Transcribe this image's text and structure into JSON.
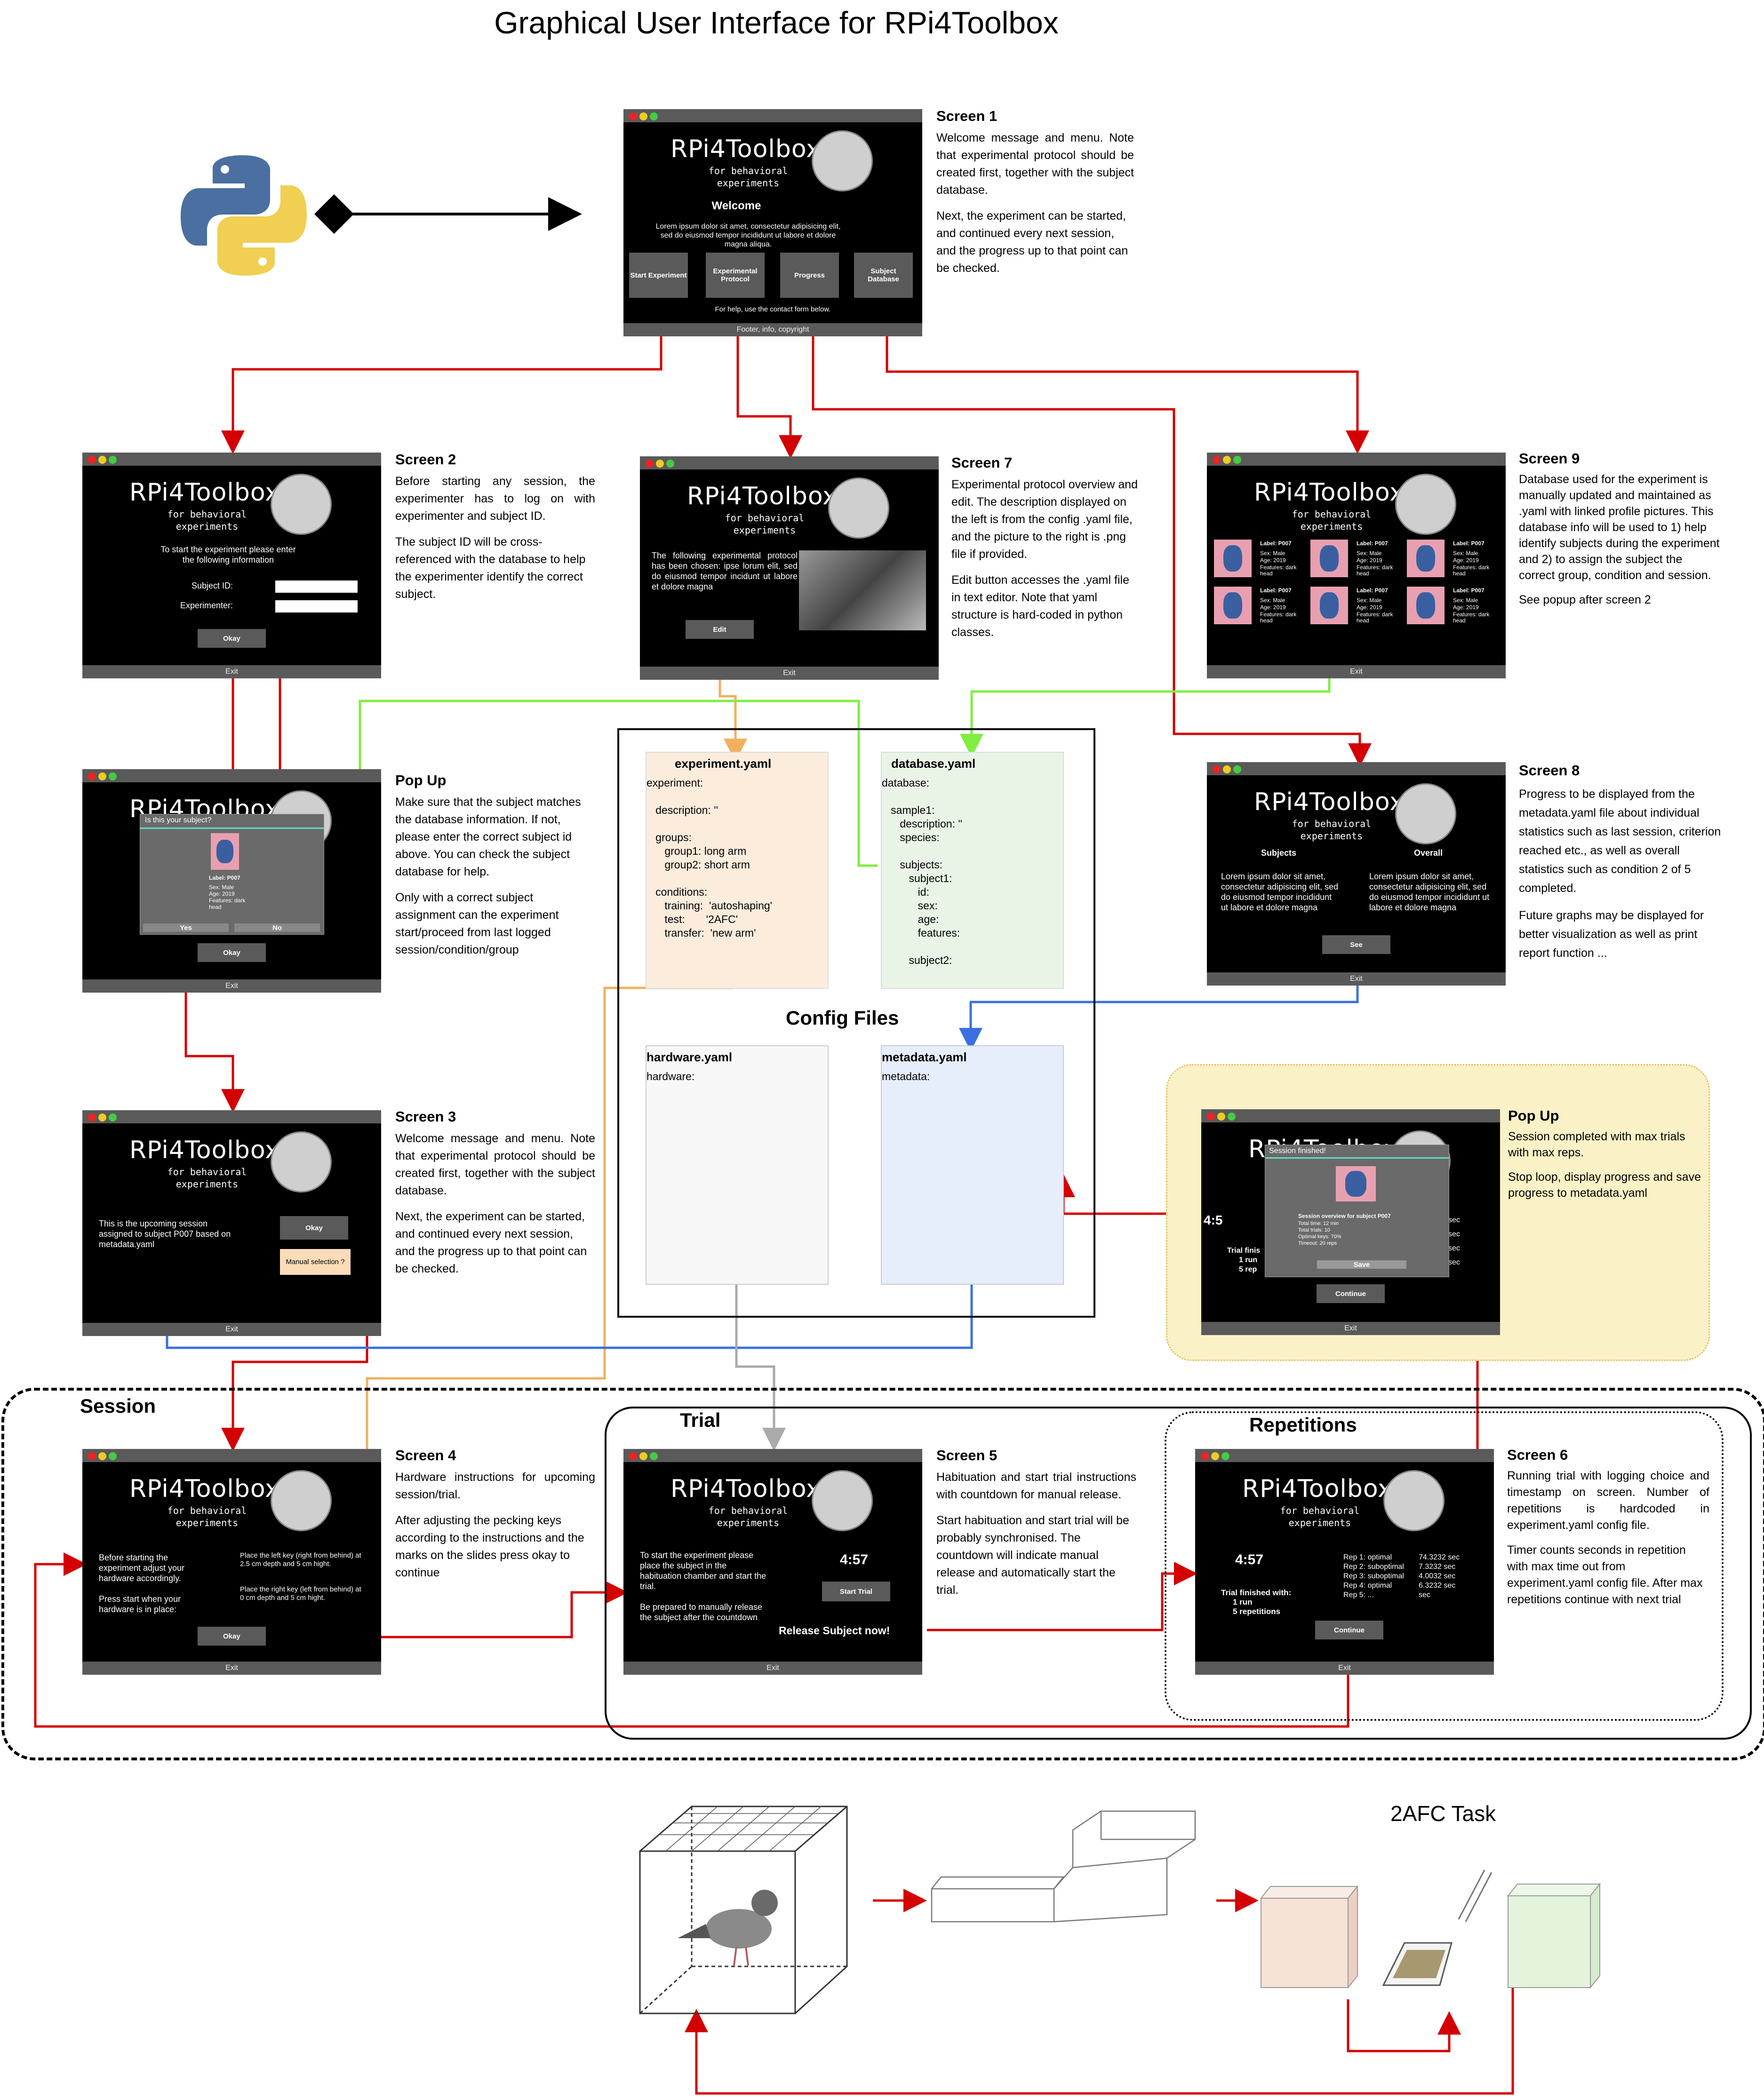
{
  "page_title": "Graphical User Interface for RPi4Toolbox",
  "brand": {
    "name": "RPi4Toolbox",
    "subtitle_line1": "for behavioral",
    "subtitle_line2": "experiments",
    "exit": "Exit"
  },
  "screen1": {
    "welcome": "Welcome",
    "lorem": "Lorem ipsum dolor sit amet, consectetur adipisicing elit, sed do eiusmod tempor incididunt ut labore et dolore magna aliqua.",
    "buttons": [
      "Start Experiment",
      "Experimental Protocol",
      "Progress",
      "Subject Database"
    ],
    "help": "For help, use the contact form below.",
    "footer": "Footer, info, copyright",
    "desc_title": "Screen 1",
    "desc_p1": "Welcome message and menu. Note that experimental protocol should be created first, together with the subject database.",
    "desc_p2": "Next, the experiment can be started, and continued every next session, and the progress up to that point can be checked."
  },
  "screen2": {
    "prompt": "To start the experiment please enter the following information",
    "subject_label": "Subject ID:",
    "experimenter_label": "Experimenter:",
    "okay": "Okay",
    "desc_title": "Screen 2",
    "desc_p1": "Before starting any session, the experimenter has to log on with experimenter and subject ID.",
    "desc_p2": "The subject ID will be cross-referenced with the database to help the experimenter identify the correct subject."
  },
  "popup1": {
    "question": "Is this your subject?",
    "label": "Label: P007",
    "sex": "Sex: Male",
    "age": "Age: 2019",
    "features": "Features: dark head",
    "yes": "Yes",
    "no": "No",
    "okay": "Okay",
    "desc_title": "Pop Up",
    "desc_p1": "Make sure that the subject matches the database information. If not, please enter the correct subject id above. You can check the subject database for help.",
    "desc_p2": "Only with a correct subject assignment can the experiment start/proceed from last logged session/condition/group"
  },
  "screen3": {
    "text": "This is the upcoming session assigned to subject P007 based on metadata.yaml",
    "okay": "Okay",
    "manual": "Manual selection ?",
    "desc_title": "Screen 3",
    "desc_p1": "Welcome message and menu. Note that experimental protocol should be created first, together with the subject database.",
    "desc_p2": "Next, the experiment can be started, and continued every next session, and the progress up to that point can be checked."
  },
  "screen4": {
    "left1": "Before starting the experiment adjust your hardware accordingly.",
    "left2": "Press start when your hardware is in place:",
    "right1": "Place the left key (right from behind) at 2.5 cm depth and 5 cm hight.",
    "right2": "Place the right key (left from behind) at 0 cm depth and 5 cm hight.",
    "okay": "Okay",
    "desc_title": "Screen 4",
    "desc_p1": "Hardware instructions for upcoming session/trial.",
    "desc_p2": "After adjusting the pecking keys according to the instructions and the marks on the slides press okay to continue"
  },
  "screen5": {
    "left1": "To start the experiment please place the subject in the habituation chamber and start the trial.",
    "left2": "Be prepared to manually release the subject after the countdown",
    "timer": "4:57",
    "start": "Start Trial",
    "release": "Release Subject now!",
    "desc_title": "Screen 5",
    "desc_p1": "Habituation and start trial instructions with countdown for manual release.",
    "desc_p2": "Start habituation and start trial will be probably synchronised. The countdown will indicate manual release and automatically start the trial."
  },
  "screen6": {
    "timer": "4:57",
    "reps": [
      "Rep 1: optimal",
      "Rep 2: suboptimal",
      "Rep 3: suboptimal",
      "Rep 4: optimal",
      "Rep 5: ..."
    ],
    "rep_times": [
      "74.3232 sec",
      "7.3232 sec",
      "4.0032 sec",
      "6.3232 sec",
      "sec"
    ],
    "finished1": "Trial finished with:",
    "finished2": "1 run",
    "finished3": "5 repetitions",
    "continue": "Continue",
    "desc_title": "Screen 6",
    "desc_p1": "Running trial with logging choice and timestamp on screen. Number of repetitions is hardcoded in experiment.yaml config file.",
    "desc_p2": "Timer counts seconds in repetition with max time out from experiment.yaml config file. After max repetitions continue with next trial"
  },
  "screen7": {
    "text": "The following experimental protocol has been chosen: ipse lorum elit, sed do eiusmod tempor incidunt ut labore et dolore magna",
    "edit": "Edit",
    "desc_title": "Screen 7",
    "desc_p1": "Experimental protocol overview and edit. The description displayed on the left is from the config .yaml file, and the picture to the right is .png file if provided.",
    "desc_p2": "Edit button accesses the .yaml file in text editor. Note that yaml structure is hard-coded in python classes."
  },
  "screen8": {
    "subjects": "Subjects",
    "overall": "Overall",
    "lorem_left": "Lorem ipsum dolor sit amet, consectetur adipisicing elit, sed do eiusmod tempor incididunt ut labore et dolore magna",
    "lorem_right": "Lorem ipsum dolor sit amet, consectetur adipisicing elit, sed do eiusmod tempor incididunt ut labore et dolore magna",
    "see": "See",
    "desc_title": "Screen 8",
    "desc_p1": "Progress to be displayed from the metadata.yaml file about individual statistics such as last session, criterion reached etc., as well as overall statistics such as condition 2 of 5 completed.",
    "desc_p2": "Future graphs may be displayed for better visualization as well as print report function ..."
  },
  "screen9": {
    "cards": [
      {
        "label": "Label: P007",
        "sex": "Sex: Male",
        "age": "Age: 2019",
        "features": "Features: dark head"
      },
      {
        "label": "Label: P007",
        "sex": "Sex: Male",
        "age": "Age: 2019",
        "features": "Features: dark head"
      },
      {
        "label": "Label: P007",
        "sex": "Sex: Male",
        "age": "Age: 2019",
        "features": "Features: dark head"
      },
      {
        "label": "Label: P007",
        "sex": "Sex: Male",
        "age": "Age: 2019",
        "features": "Features: dark head"
      },
      {
        "label": "Label: P007",
        "sex": "Sex: Male",
        "age": "Age: 2019",
        "features": "Features: dark head"
      },
      {
        "label": "Label: P007",
        "sex": "Sex: Male",
        "age": "Age: 2019",
        "features": "Features: dark head"
      }
    ],
    "desc_title": "Screen 9",
    "desc_p1": "Database used for the experiment is manually updated and maintained as .yaml with linked profile pictures. This database info will be used to 1) help identify subjects during the experiment and 2) to assign the subject the correct group, condition and session.",
    "desc_p2": "See popup after screen 2"
  },
  "popup2": {
    "title": "Session finished!",
    "overview": "Session overview for subject P007",
    "stats": [
      "Total time:   12 min",
      "Total trials:   10",
      "Optimal keys:   70%",
      "Timeout:   20 reps"
    ],
    "save": "Save",
    "continue": "Continue",
    "timer": "4:5",
    "bg1": "Trial finis",
    "bg2": "1 run",
    "bg3": "5 rep",
    "sec": "sec",
    "desc_title": "Pop Up",
    "desc_p1": "Session completed with max trials with max reps.",
    "desc_p2": "Stop loop, display progress and save progress to metadata.yaml"
  },
  "config": {
    "heading": "Config Files",
    "experiment_title": "experiment.yaml",
    "experiment_lines": [
      "experiment:",
      "",
      "   description: ''",
      "",
      "   groups:",
      "      group1: long arm",
      "      group2: short arm",
      "",
      "   conditions:",
      "      training:  'autoshaping'",
      "      test:       '2AFC'",
      "      transfer:  'new arm'"
    ],
    "database_title": "database.yaml",
    "database_lines": [
      "database:",
      "",
      "   sample1:",
      "      description: ''",
      "      species:",
      "",
      "      subjects:",
      "         subject1:",
      "            id:",
      "            sex:",
      "            age:",
      "            features:",
      "",
      "         subject2:"
    ],
    "hardware_title": "hardware.yaml",
    "hardware_lines": [
      "hardware:"
    ],
    "metadata_title": "metadata.yaml",
    "metadata_lines": [
      "metadata:"
    ]
  },
  "groups": {
    "session": "Session",
    "trial": "Trial",
    "repetitions": "Repetitions"
  },
  "task": {
    "label": "2AFC Task"
  },
  "colors": {
    "red": "#d40000",
    "orange": "#f0b060",
    "green": "#80ee40",
    "blue": "#3a70e0",
    "gray": "#aaaaaa",
    "popup_bg": "#fbf1c6"
  }
}
